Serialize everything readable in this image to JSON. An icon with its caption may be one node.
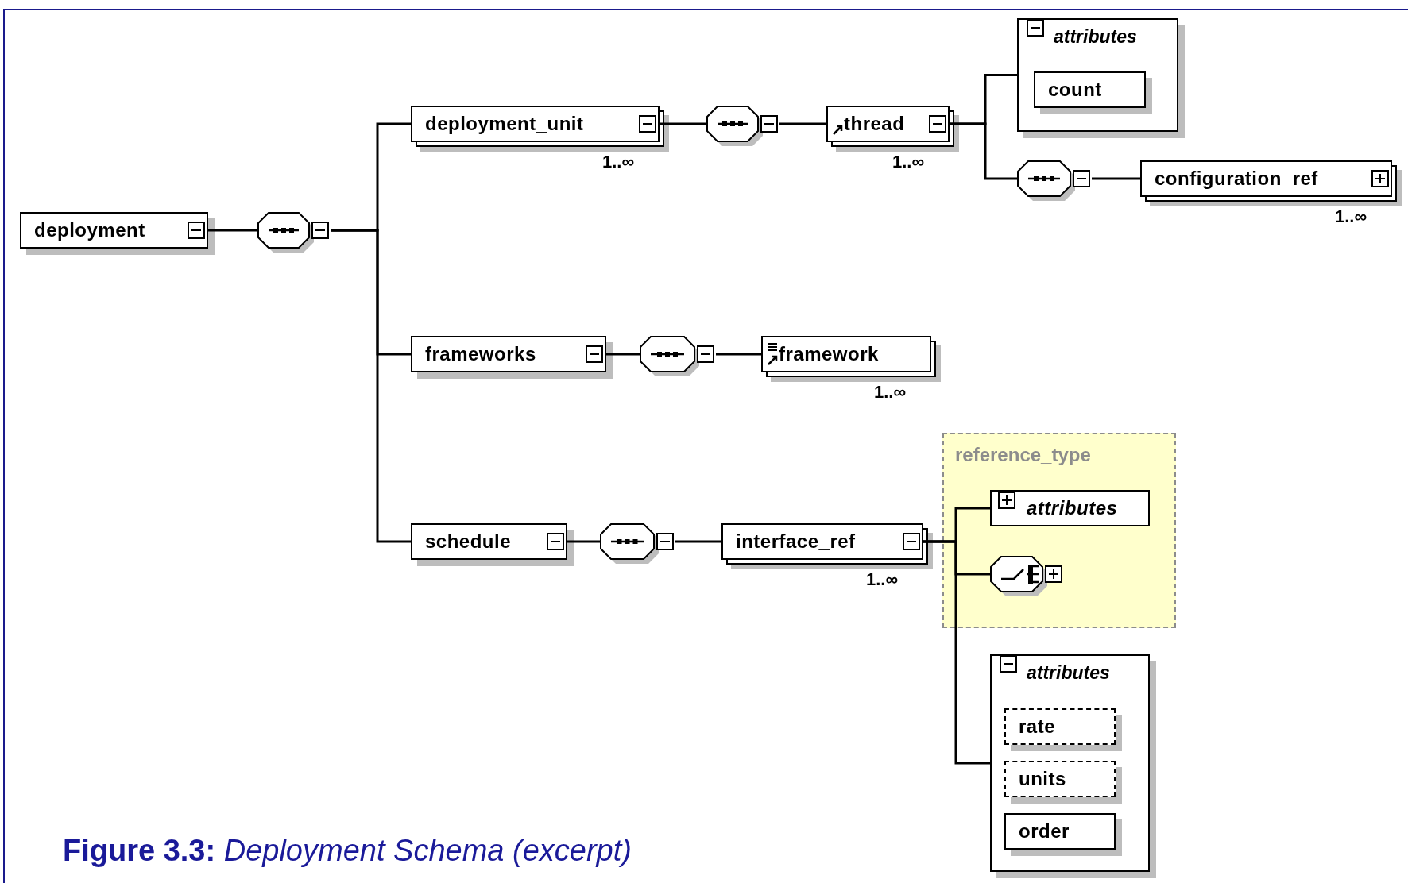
{
  "diagram": {
    "caption": "**Figure 3.3:** *Deployment Schema (excerpt)*",
    "nodes": [
      {
        "text": [
          "deployment"
        ]
      },
      {
        "text": [],
        "shape": "octagon"
      },
      {
        "text": [
          "deployment_unit"
        ],
        "beside": [
          "1..∞"
        ]
      },
      {
        "text": [],
        "shape": "octagon"
      },
      {
        "text": [
          "thread"
        ],
        "beside": [
          "1..∞"
        ]
      },
      {
        "text": [
          "attributes"
        ]
      },
      {
        "text": [
          "count"
        ],
        "in": 5
      },
      {
        "text": [],
        "shape": "octagon"
      },
      {
        "text": [
          "configuration_ref"
        ],
        "beside": [
          "1..∞"
        ]
      },
      {
        "text": [
          "frameworks"
        ]
      },
      {
        "text": [],
        "shape": "octagon"
      },
      {
        "text": [
          "framework"
        ],
        "beside": [
          "1..∞"
        ]
      },
      {
        "text": [
          "schedule"
        ]
      },
      {
        "text": [],
        "shape": "octagon"
      },
      {
        "text": [
          "interface_ref"
        ],
        "beside": [
          "1..∞"
        ]
      },
      {
        "text": [
          "reference_type"
        ]
      },
      {
        "text": [
          "attributes"
        ],
        "in": 15
      },
      {
        "text": [],
        "shape": "octagon",
        "in": 15
      },
      {
        "text": [
          "attributes"
        ]
      },
      {
        "text": [
          "rate"
        ],
        "in": 18
      },
      {
        "text": [
          "units"
        ],
        "in": 18
      },
      {
        "text": [
          "order"
        ],
        "in": 18
      }
    ],
    "edges": [
      {
        "from": 0,
        "to": 1,
        "arrow": "none"
      },
      {
        "from": 1,
        "to": 2,
        "arrow": "none"
      },
      {
        "from": 1,
        "to": 9,
        "arrow": "none"
      },
      {
        "from": 1,
        "to": 12,
        "arrow": "none"
      },
      {
        "from": 2,
        "to": 3,
        "arrow": "none"
      },
      {
        "from": 3,
        "to": 4,
        "arrow": "none"
      },
      {
        "from": 4,
        "to": 5,
        "arrow": "none"
      },
      {
        "from": 4,
        "to": 7,
        "arrow": "none"
      },
      {
        "from": 7,
        "to": 8,
        "arrow": "none"
      },
      {
        "from": 9,
        "to": 10,
        "arrow": "none"
      },
      {
        "from": 10,
        "to": 11,
        "arrow": "none"
      },
      {
        "from": 12,
        "to": 13,
        "arrow": "none"
      },
      {
        "from": 13,
        "to": 14,
        "arrow": "none"
      },
      {
        "from": 14,
        "to": 16,
        "arrow": "none"
      },
      {
        "from": 14,
        "to": 17,
        "arrow": "none"
      },
      {
        "from": 14,
        "to": 18,
        "arrow": "none"
      }
    ]
  }
}
